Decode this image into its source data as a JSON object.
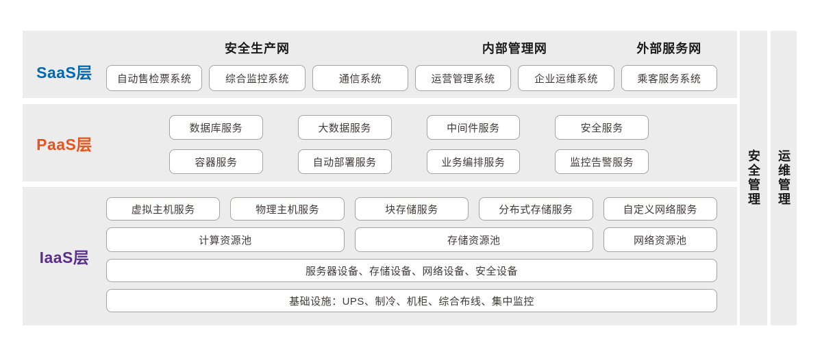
{
  "colors": {
    "saas_label": "#0069b4",
    "paas_label": "#e8541e",
    "iaas_label": "#5b2d8e",
    "section_bg": "#ececec",
    "box_border": "#a5a2a0",
    "box_bg": "#ffffff",
    "header_text": "#1a1a1a",
    "box_text": "#3e3a39"
  },
  "layers": {
    "saas": {
      "label": "SaaS层",
      "groups": [
        {
          "header": "安全生产网",
          "boxes": [
            "自动售检票系统",
            "综合监控系统",
            "通信系统"
          ]
        },
        {
          "header": "内部管理网",
          "boxes": [
            "运营管理系统",
            "企业运维系统"
          ]
        },
        {
          "header": "外部服务网",
          "boxes": [
            "乘客服务系统"
          ]
        }
      ]
    },
    "paas": {
      "label": "PaaS层",
      "rows": [
        [
          "数据库服务",
          "大数据服务",
          "中间件服务",
          "安全服务"
        ],
        [
          "容器服务",
          "自动部署服务",
          "业务编排服务",
          "监控告警服务"
        ]
      ]
    },
    "iaas": {
      "label": "IaaS层",
      "service_row": [
        "虚拟主机服务",
        "物理主机服务",
        "块存储服务",
        "分布式存储服务",
        "自定义网络服务"
      ],
      "pool_row": [
        "计算资源池",
        "存储资源池",
        "网络资源池"
      ],
      "hardware_row": "服务器设备、存储设备、网络设备、安全设备",
      "facility_row": "基础设施：UPS、制冷、机柜、综合布线、集中监控"
    }
  },
  "side_bars": [
    {
      "label": "安全管理"
    },
    {
      "label": "运维管理"
    }
  ]
}
